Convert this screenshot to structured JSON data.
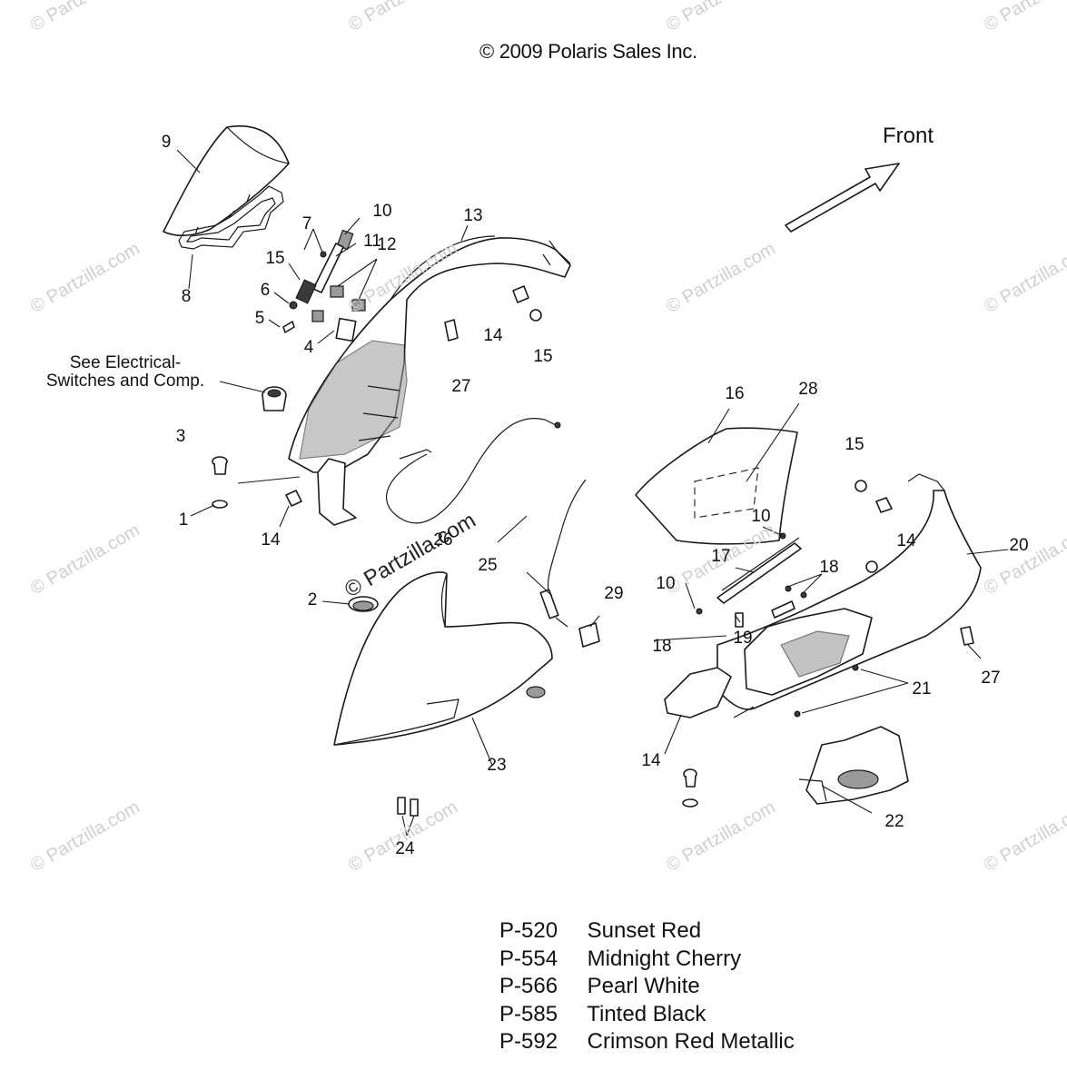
{
  "header": {
    "copyright": "© 2009 Polaris Sales Inc."
  },
  "direction": {
    "label": "Front"
  },
  "reference_note": {
    "line1": "See Electrical-",
    "line2": "Switches and Comp."
  },
  "watermark": {
    "text": "© Partzilla.com"
  },
  "callouts": [
    "9",
    "8",
    "10",
    "7",
    "11",
    "15",
    "12",
    "6",
    "5",
    "4",
    "13",
    "14",
    "15",
    "27",
    "3",
    "1",
    "14",
    "26",
    "16",
    "28",
    "15",
    "14",
    "20",
    "10",
    "17",
    "10",
    "18",
    "18",
    "19",
    "25",
    "29",
    "2",
    "23",
    "21",
    "27",
    "14",
    "22",
    "24"
  ],
  "paint_codes": [
    {
      "code": "P-520",
      "name": "Sunset Red"
    },
    {
      "code": "P-554",
      "name": "Midnight Cherry"
    },
    {
      "code": "P-566",
      "name": "Pearl White"
    },
    {
      "code": "P-585",
      "name": "Tinted Black"
    },
    {
      "code": "P-592",
      "name": "Crimson Red Metallic"
    }
  ]
}
